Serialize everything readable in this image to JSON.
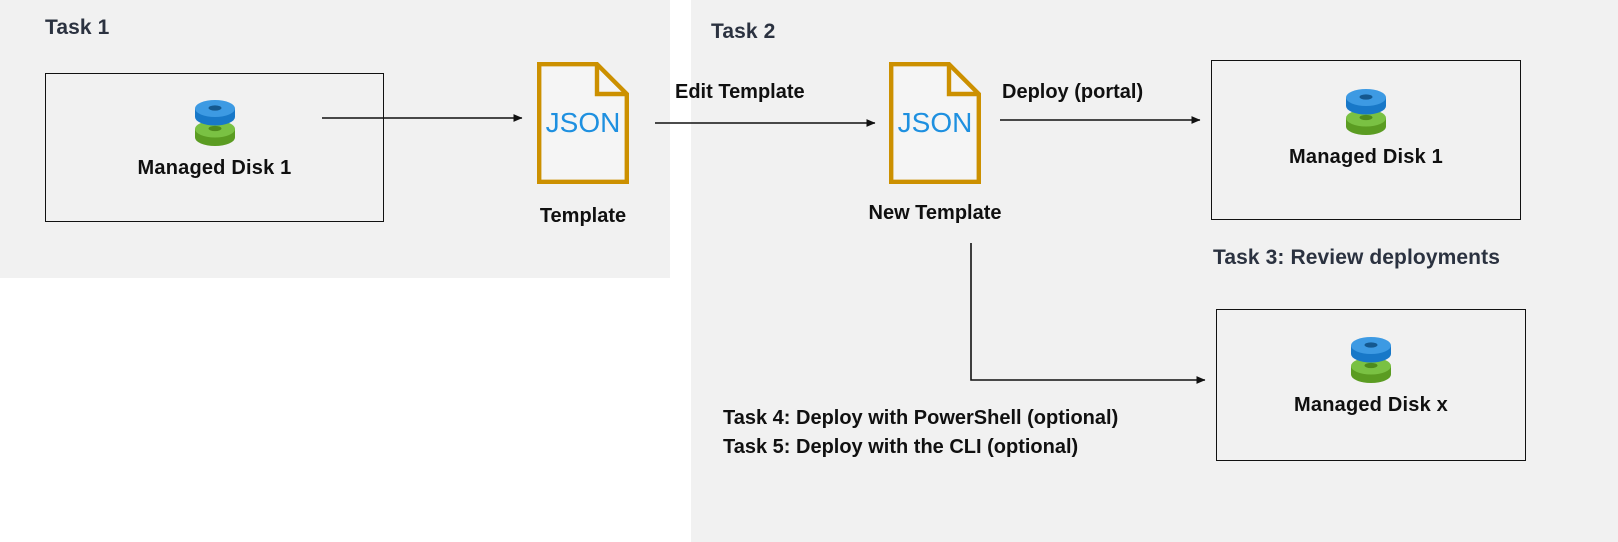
{
  "diagram": {
    "title": "Managed disk template deployment workflow",
    "background_color": "#ffffff",
    "panel_color": "#f1f1f1",
    "task_label_color": "#2b3240",
    "body_text_color": "#101010",
    "json_border_color": "#cc9000",
    "json_text_color": "#1e90e0",
    "disk_blue": "#2f8fdd",
    "disk_green": "#6fb72b"
  },
  "task1": {
    "label": "Task 1",
    "disk_box": {
      "caption": "Managed Disk 1",
      "icon": "managed-disk-icon"
    },
    "template_doc": {
      "text": "JSON",
      "caption": "Template"
    }
  },
  "task2": {
    "label": "Task 2",
    "edit_arrow_label": "Edit Template",
    "new_template_doc": {
      "text": "JSON",
      "caption": "New Template"
    },
    "deploy_arrow_label": "Deploy (portal)",
    "result_box": {
      "caption": "Managed Disk 1",
      "icon": "managed-disk-icon"
    }
  },
  "task3": {
    "label": "Task 3: Review deployments"
  },
  "optional": {
    "task4": "Task 4: Deploy with PowerShell (optional)",
    "task5": "Task 5: Deploy with the CLI (optional)",
    "result_box": {
      "caption": "Managed Disk x",
      "icon": "managed-disk-icon"
    }
  }
}
